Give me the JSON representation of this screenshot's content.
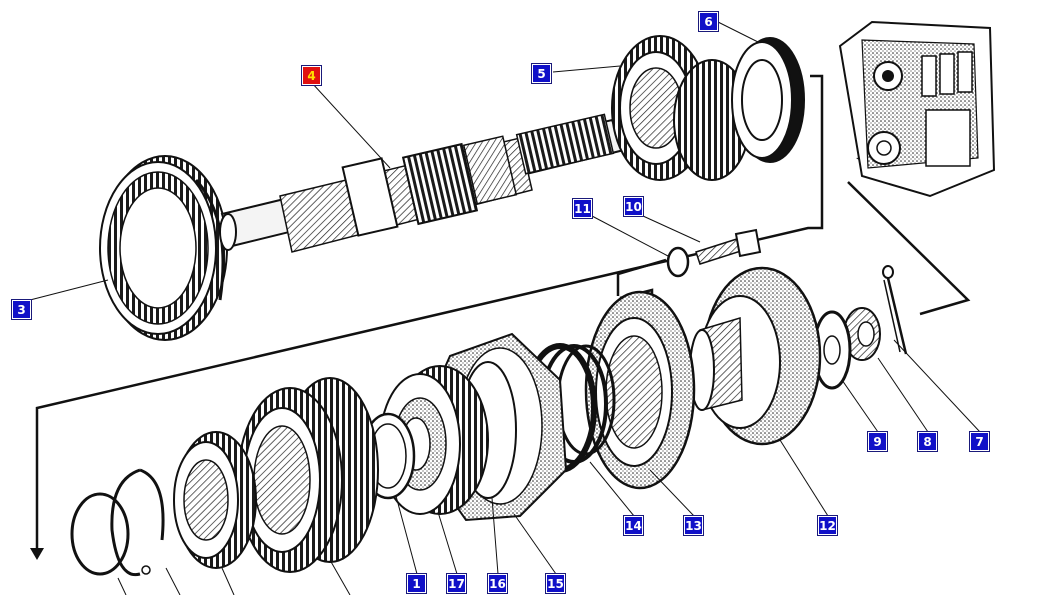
{
  "diagram": {
    "colors": {
      "ink": "#1a1a1a",
      "callout_blue": "#1010c8",
      "callout_red": "#e01010",
      "callout_red_text": "#ffe000",
      "background": "#ffffff"
    },
    "callouts": [
      {
        "id": "1",
        "label": "1",
        "highlighted": false
      },
      {
        "id": "3",
        "label": "3",
        "highlighted": false
      },
      {
        "id": "4",
        "label": "4",
        "highlighted": true
      },
      {
        "id": "5",
        "label": "5",
        "highlighted": false
      },
      {
        "id": "6",
        "label": "6",
        "highlighted": false
      },
      {
        "id": "7",
        "label": "7",
        "highlighted": false
      },
      {
        "id": "8",
        "label": "8",
        "highlighted": false
      },
      {
        "id": "9",
        "label": "9",
        "highlighted": false
      },
      {
        "id": "10",
        "label": "10",
        "highlighted": false
      },
      {
        "id": "11",
        "label": "11",
        "highlighted": false
      },
      {
        "id": "12",
        "label": "12",
        "highlighted": false
      },
      {
        "id": "13",
        "label": "13",
        "highlighted": false
      },
      {
        "id": "14",
        "label": "14",
        "highlighted": false
      },
      {
        "id": "15",
        "label": "15",
        "highlighted": false
      },
      {
        "id": "16",
        "label": "16",
        "highlighted": false
      },
      {
        "id": "17",
        "label": "17",
        "highlighted": false
      }
    ]
  }
}
